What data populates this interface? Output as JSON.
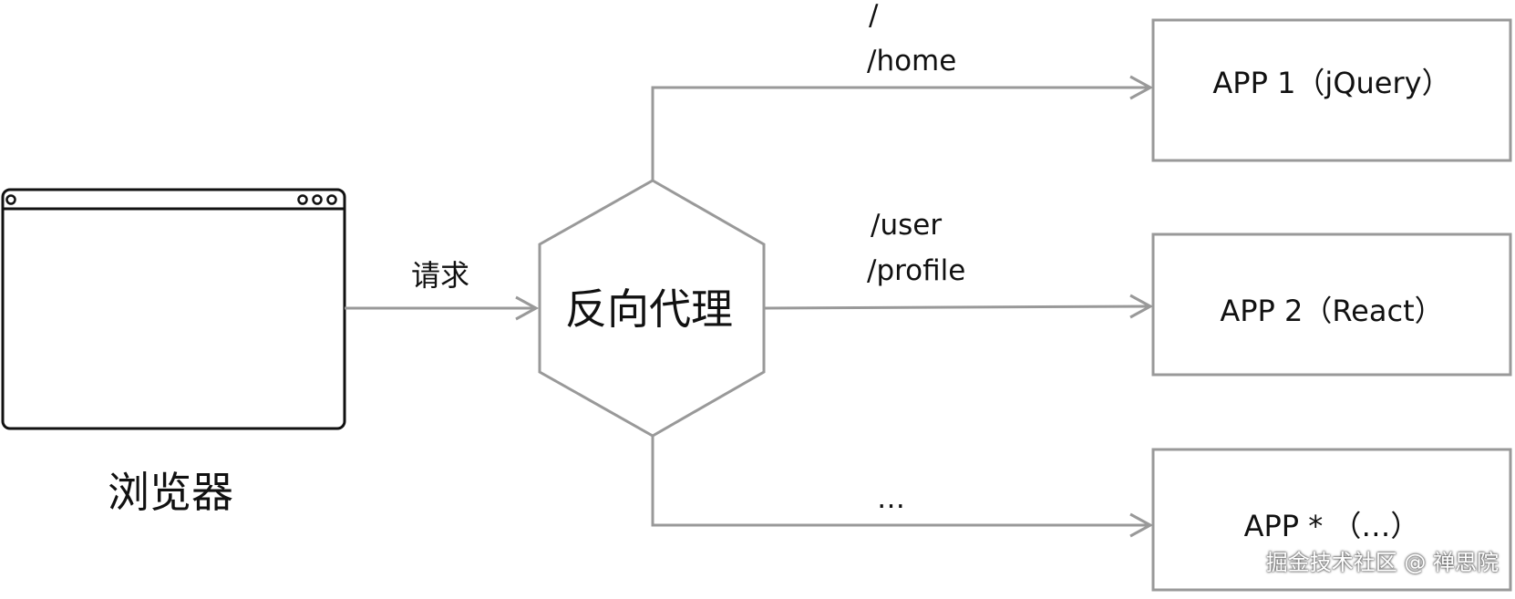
{
  "browser": {
    "label": "浏览器"
  },
  "request_label": "请求",
  "proxy": {
    "label": "反向代理"
  },
  "routes": [
    {
      "lines": [
        "/",
        "/home"
      ]
    },
    {
      "lines": [
        "/user",
        "/profile"
      ]
    },
    {
      "lines": [
        "…"
      ]
    }
  ],
  "apps": [
    {
      "label": "APP 1（jQuery）"
    },
    {
      "label": "APP 2（React）"
    },
    {
      "label": "APP *  （…）"
    }
  ],
  "watermark": "掘金技术社区 @ 禅思院",
  "colors": {
    "line": "#999999",
    "browser_border": "#111111",
    "text": "#111111"
  }
}
